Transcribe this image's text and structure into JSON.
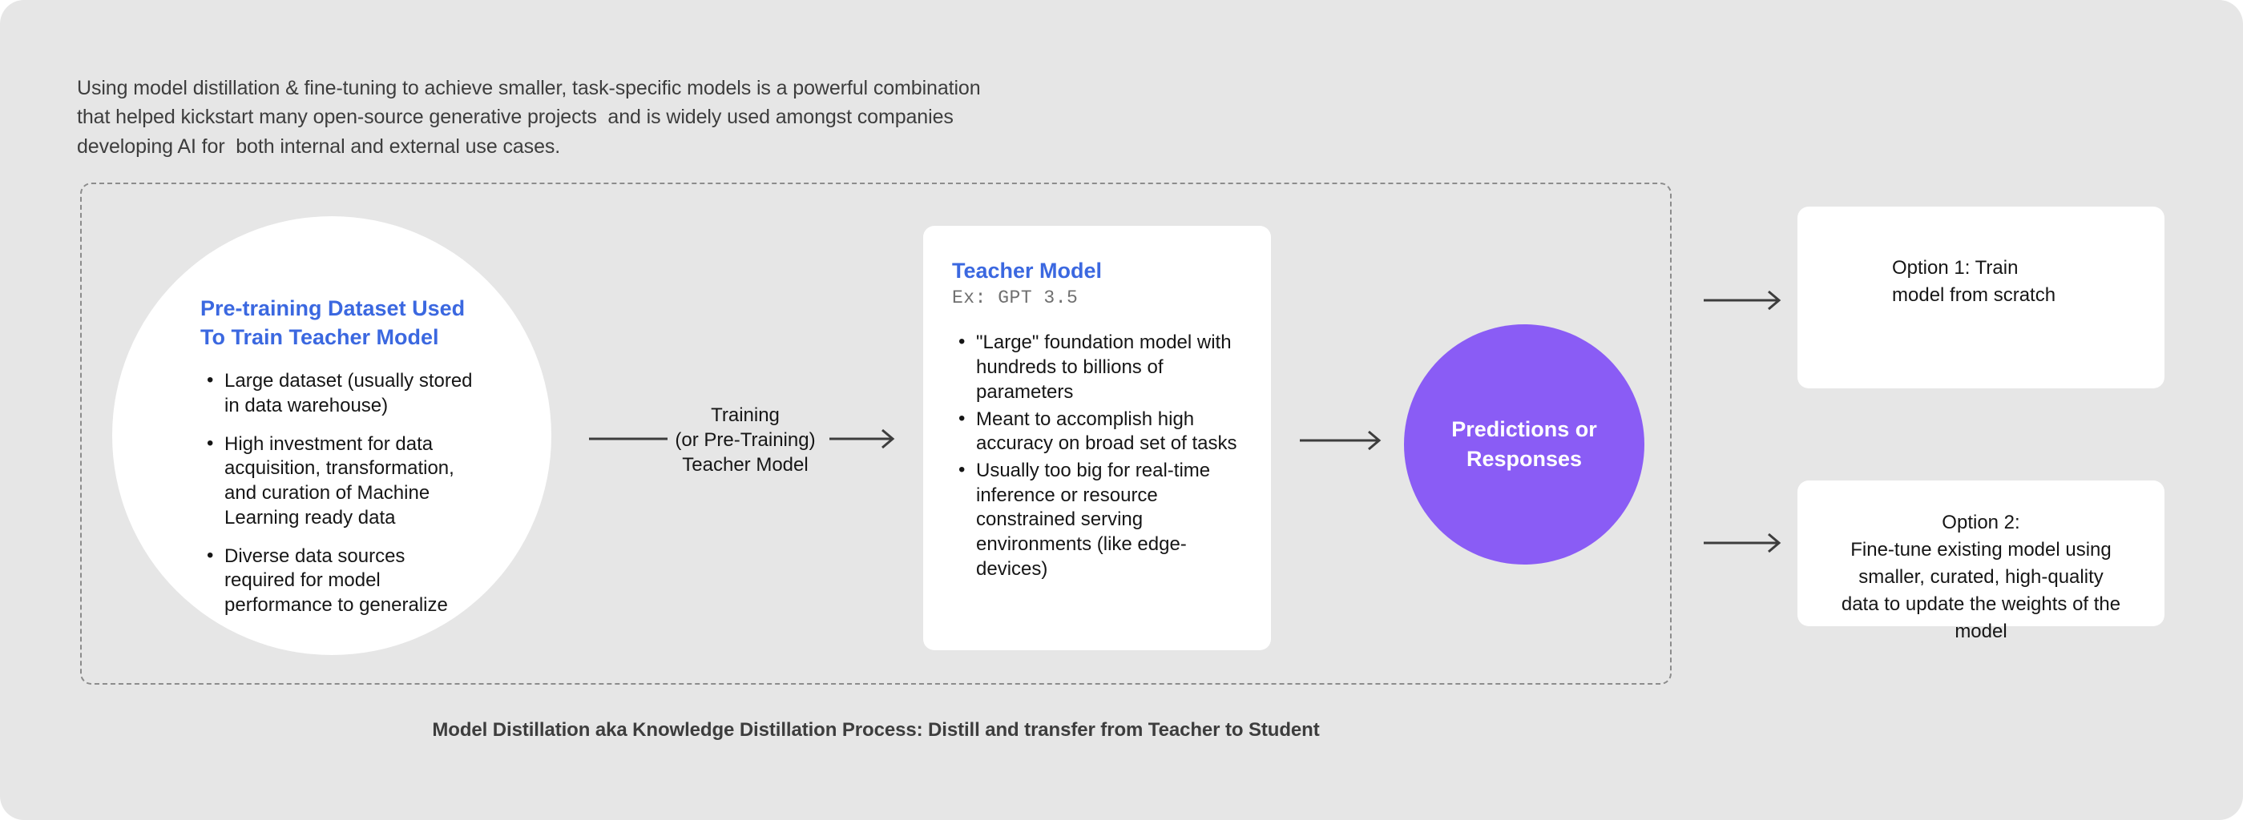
{
  "intro": {
    "lines": [
      "Using model distillation & fine-tuning to achieve smaller, task-specific models is a powerful combination",
      "that helped kickstart many open-source generative projects  and is widely used amongst companies",
      "developing AI for  both internal and external use cases."
    ]
  },
  "dataset_circle": {
    "title_lines": [
      "Pre-training Dataset Used",
      "To Train Teacher Model"
    ],
    "bullets": [
      "Large dataset (usually stored in data warehouse)",
      "High investment for data acquisition, transformation, and curation of Machine Learning ready data",
      "Diverse data sources required for model performance to generalize"
    ]
  },
  "training_arrow": {
    "label_lines": [
      "Training",
      "(or Pre-Training)",
      "Teacher Model"
    ]
  },
  "teacher_card": {
    "title": "Teacher Model",
    "subtitle": "Ex: GPT 3.5",
    "bullets": [
      "\"Large\" foundation model with hundreds to billions of parameters",
      "Meant to accomplish high accuracy on broad set of tasks",
      "Usually too big for real-time inference or resource constrained serving environments (like edge-devices)"
    ]
  },
  "predictions_circle": {
    "lines": [
      "Predictions or",
      "Responses"
    ],
    "color": "#8a5cf5"
  },
  "options": [
    {
      "lines": [
        "Option 1: Train",
        "model from scratch"
      ]
    },
    {
      "lines": [
        "Option 2:",
        "Fine-tune existing model using",
        "smaller, curated, high-quality",
        "data to update the weights of the",
        "model"
      ]
    }
  ],
  "caption": "Model Distillation aka Knowledge Distillation Process: Distill and transfer from Teacher to Student",
  "colors": {
    "background": "#e6e6e6",
    "accent_blue": "#3b68e0",
    "accent_purple": "#8a5cf5",
    "arrow": "#3d3d3d",
    "dashed_border": "#8c8c8c"
  }
}
